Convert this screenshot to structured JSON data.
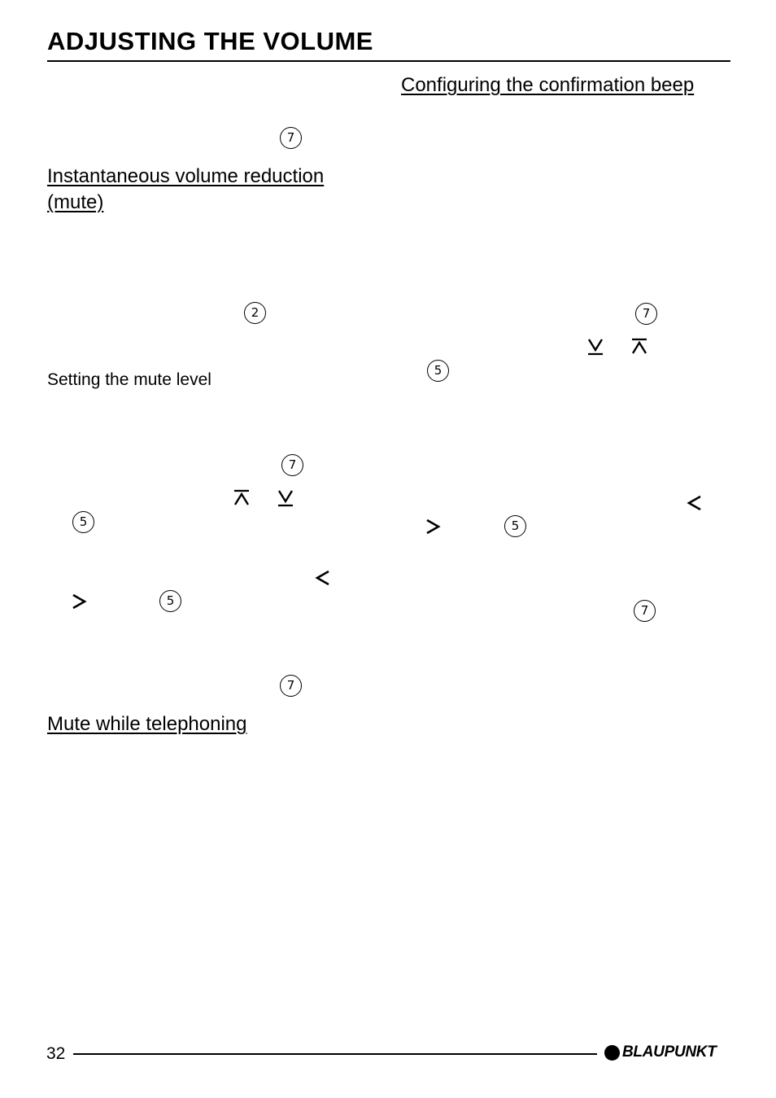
{
  "page": {
    "title": "ADJUSTING THE VOLUME",
    "page_number": "32",
    "brand": "BLAUPUNKT"
  },
  "left_column": {
    "heading_mute": "Instantaneous volume reduction (mute)",
    "subheading_mute_level": "Setting the mute level",
    "heading_telephone": "Mute while telephoning"
  },
  "right_column": {
    "heading_beep": "Configuring the confirmation beep"
  },
  "button_refs": {
    "l1": "7",
    "l2": "2",
    "l3": "7",
    "l4": "5",
    "l5": "5",
    "l6": "7",
    "r1": "7",
    "r2": "5",
    "r3": "5",
    "r4": "7"
  },
  "icons": {
    "up": "arrow-up-icon",
    "down": "arrow-down-icon",
    "left": "arrow-left-icon",
    "right": "arrow-right-icon"
  }
}
